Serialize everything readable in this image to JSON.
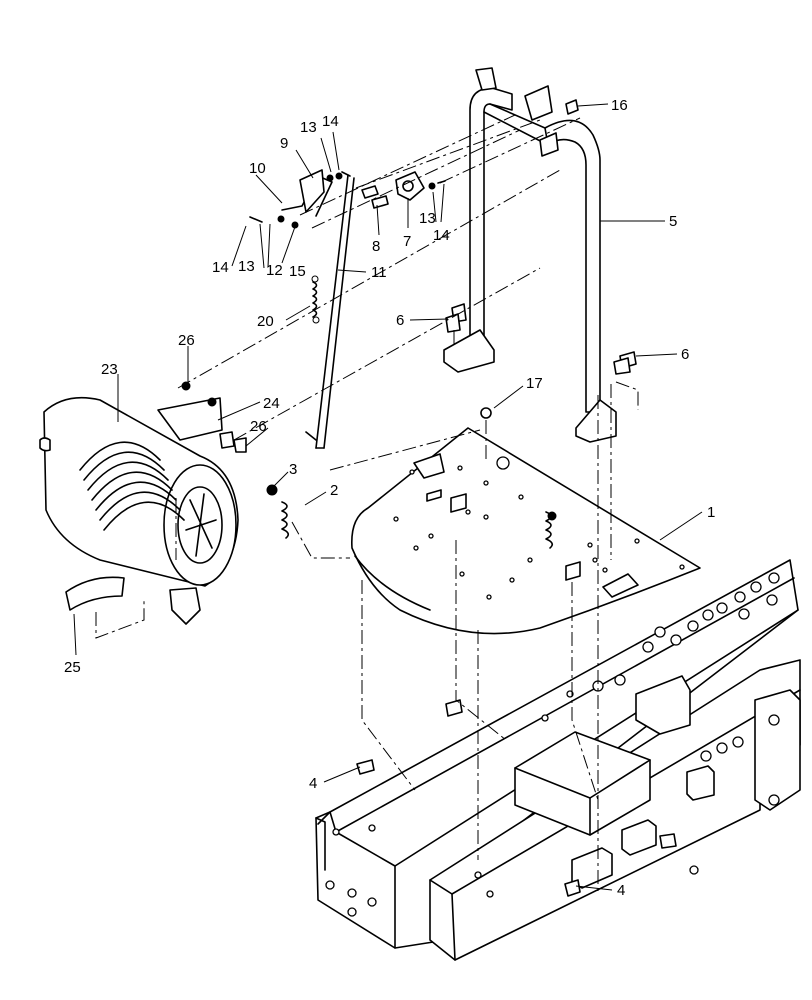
{
  "callouts": {
    "c1": "1",
    "c2": "2",
    "c3": "3",
    "c4a": "4",
    "c4b": "4",
    "c5": "5",
    "c6a": "6",
    "c6b": "6",
    "c7": "7",
    "c8": "8",
    "c9": "9",
    "c10": "10",
    "c11": "11",
    "c12": "12",
    "c13a": "13",
    "c13b": "13",
    "c13c": "13",
    "c14a": "14",
    "c14b": "14",
    "c14c": "14",
    "c15": "15",
    "c16": "16",
    "c17": "17",
    "c20": "20",
    "c23": "23",
    "c24": "24",
    "c25": "25",
    "c26a": "26",
    "c26b": "26"
  }
}
